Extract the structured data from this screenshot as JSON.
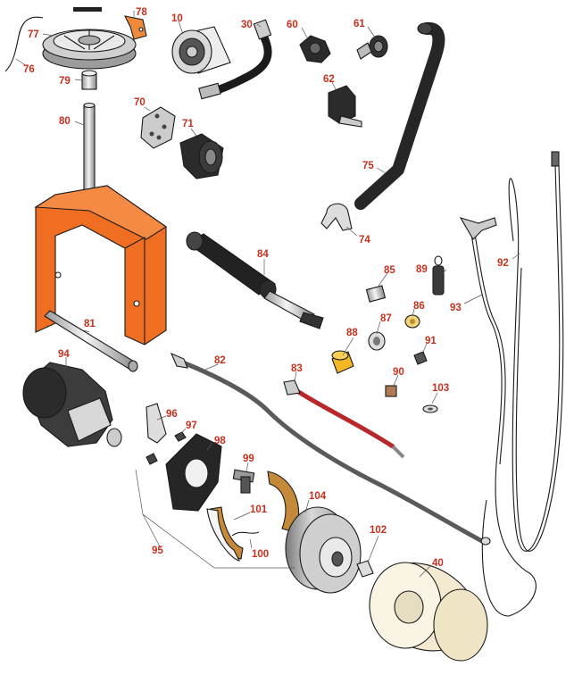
{
  "colors": {
    "callout": "#c8301e",
    "frame_orange": "#f06e22",
    "brake_shoe": "#c48a3a",
    "cable_red": "#b8282a",
    "part_dark": "#2b2b2b",
    "part_light": "#ececec"
  },
  "callouts": [
    {
      "id": "77",
      "text": "77"
    },
    {
      "id": "78",
      "text": "78"
    },
    {
      "id": "76",
      "text": "76"
    },
    {
      "id": "79",
      "text": "79"
    },
    {
      "id": "10",
      "text": "10"
    },
    {
      "id": "30",
      "text": "30"
    },
    {
      "id": "60",
      "text": "60"
    },
    {
      "id": "61",
      "text": "61"
    },
    {
      "id": "62",
      "text": "62"
    },
    {
      "id": "70",
      "text": "70"
    },
    {
      "id": "71",
      "text": "71"
    },
    {
      "id": "80",
      "text": "80"
    },
    {
      "id": "75",
      "text": "75"
    },
    {
      "id": "74",
      "text": "74"
    },
    {
      "id": "84",
      "text": "84"
    },
    {
      "id": "85",
      "text": "85"
    },
    {
      "id": "89",
      "text": "89"
    },
    {
      "id": "92",
      "text": "92"
    },
    {
      "id": "93",
      "text": "93"
    },
    {
      "id": "86",
      "text": "86"
    },
    {
      "id": "87",
      "text": "87"
    },
    {
      "id": "88",
      "text": "88"
    },
    {
      "id": "91",
      "text": "91"
    },
    {
      "id": "81",
      "text": "81"
    },
    {
      "id": "94",
      "text": "94"
    },
    {
      "id": "82",
      "text": "82"
    },
    {
      "id": "83",
      "text": "83"
    },
    {
      "id": "90",
      "text": "90"
    },
    {
      "id": "103",
      "text": "103"
    },
    {
      "id": "96",
      "text": "96"
    },
    {
      "id": "97",
      "text": "97"
    },
    {
      "id": "98",
      "text": "98"
    },
    {
      "id": "99",
      "text": "99"
    },
    {
      "id": "104",
      "text": "104"
    },
    {
      "id": "101",
      "text": "101"
    },
    {
      "id": "100",
      "text": "100"
    },
    {
      "id": "95",
      "text": "95"
    },
    {
      "id": "102",
      "text": "102"
    },
    {
      "id": "40",
      "text": "40"
    }
  ]
}
